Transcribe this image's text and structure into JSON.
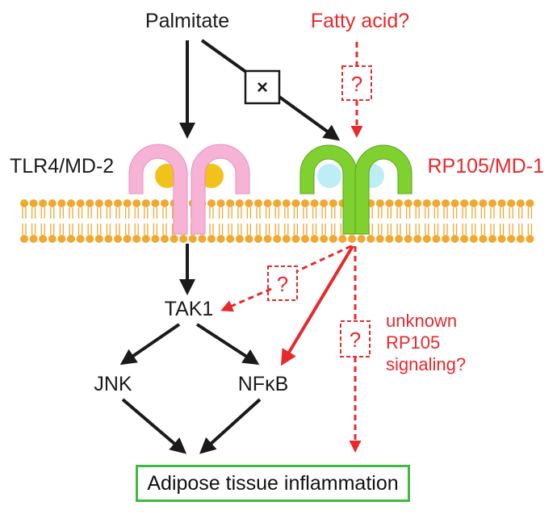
{
  "labels": {
    "palmitate": "Palmitate",
    "fatty_acid": "Fatty acid?",
    "tlr4": "TLR4/MD-2",
    "rp105": "RP105/MD-1",
    "tak1": "TAK1",
    "jnk": "JNK",
    "nfkb": "NFκB",
    "unknown_line1": "unknown",
    "unknown_line2": "RP105",
    "unknown_line3": "signaling?",
    "question_mark": "?",
    "block_symbol": "×",
    "outcome": "Adipose tissue inflammation"
  },
  "colors": {
    "black": "#1a1a1a",
    "red": "#e8282b",
    "pink": "#f6b3d6",
    "yellow": "#f0c21a",
    "green": "#7fd12f",
    "cyan": "#bdeef5",
    "membrane": "#f0a830",
    "box_border": "#3fb93f"
  }
}
